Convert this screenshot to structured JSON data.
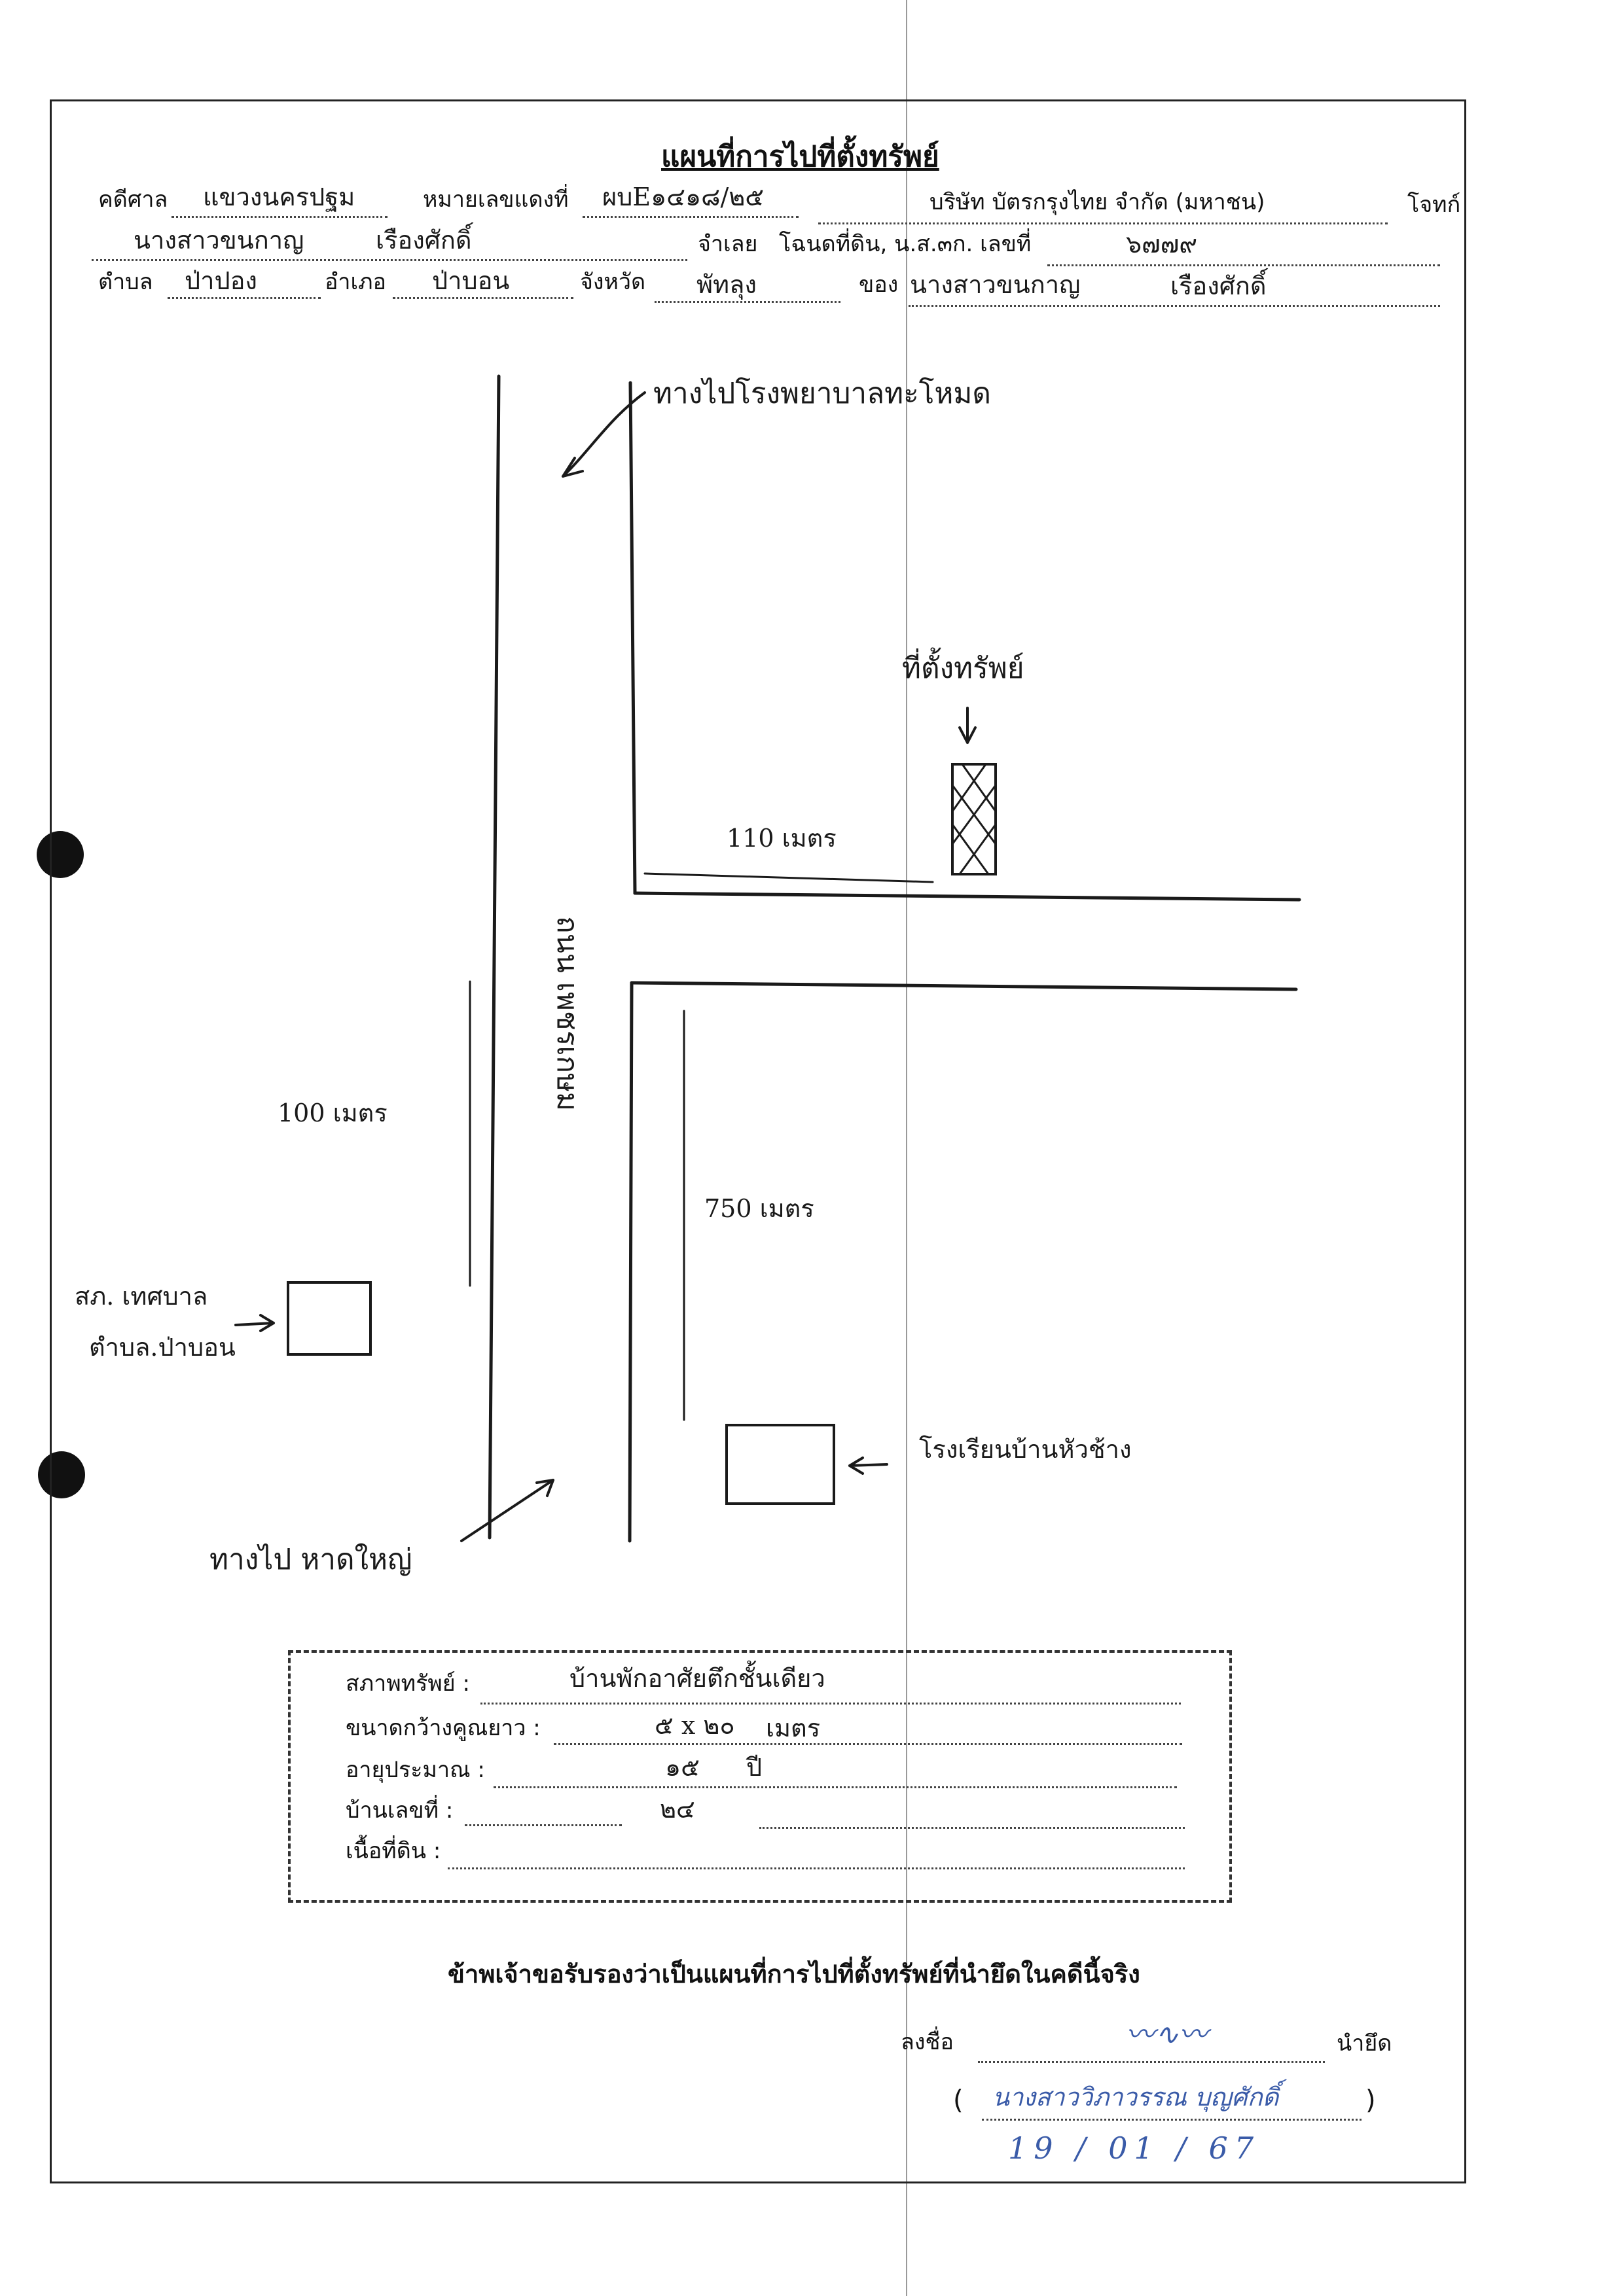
{
  "title": "แผนที่การไปที่ตั้งทรัพย์",
  "header": {
    "court_label": "คดีศาล",
    "court_value": "แขวงนครปฐม",
    "case_no_label": "หมายเลขแดงที่",
    "case_no_value": "ผบE๑๔๑๘/๒๕",
    "plaintiff_value": "บริษัท บัตรกรุงไทย จำกัด (มหาชน)",
    "plaintiff_label": "โจทก์",
    "defendant_value": "นางสาวขนกาญ",
    "defendant_surname": "เรืองศักดิ์",
    "defendant_label": "จำเลย",
    "deed_label": "โฉนดที่ดิน, น.ส.๓ก. เลขที่",
    "deed_value": "๖๗๗๙",
    "tambon_label": "ตำบล",
    "tambon_value": "ป่าปอง",
    "amphoe_label": "อำเภอ",
    "amphoe_value": "ป่าบอน",
    "province_label": "จังหวัด",
    "province_value": "พัทลุง",
    "owner_label": "ของ",
    "owner_value": "นางสาวขนกาญ",
    "owner_surname": "เรืองศักดิ์"
  },
  "map": {
    "to_hospital": "ทางไปโรงพยาบาลทะโหมด",
    "property_location": "ที่ตั้งทรัพย์",
    "distance_110": "110 เมตร",
    "road_name": "ถนน เพชรเกษม",
    "distance_100": "100 เมตร",
    "distance_750": "750 เมตร",
    "police_station": "สภ. เทศบาล",
    "police_station_2": "ตำบล.ป่าบอน",
    "school": "โรงเรียนบ้านหัวช้าง",
    "to_market": "ทางไป หาดใหญ่"
  },
  "property": {
    "condition_label": "สภาพทรัพย์ :",
    "condition_value": "บ้านพักอาศัยตึกชั้นเดียว",
    "size_label": "ขนาดกว้างคูณยาว :",
    "size_value": "๕ x ๒๐",
    "size_unit": "เมตร",
    "age_label": "อายุประมาณ :",
    "age_value": "๑๕",
    "age_unit": "ปี",
    "house_no_label": "บ้านเลขที่ :",
    "house_no_value": "๒๔",
    "land_area_label": "เนื้อที่ดิน :"
  },
  "certification": "ข้าพเจ้าขอรับรองว่าเป็นแผนที่การไปที่ตั้งทรัพย์ที่นำยึดในคดีนี้จริง",
  "signature": {
    "sign_label": "ลงชื่อ",
    "role_label": "นำยึด",
    "paren_open": "(",
    "paren_close": ")",
    "name": "นางสาววิภาวรรณ บุญศักดิ์",
    "date": "19 / 01 / 67"
  }
}
